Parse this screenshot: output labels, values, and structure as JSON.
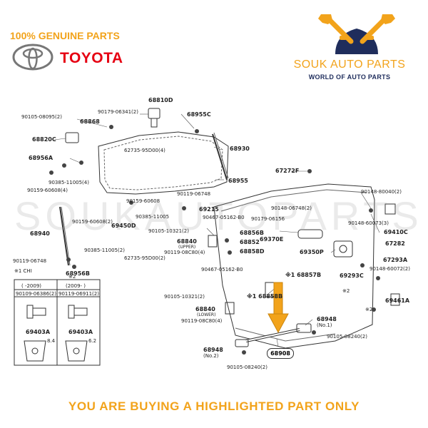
{
  "header": {
    "genuine_text": "100% GENUINE PARTS",
    "brand_text": "TOYOTA",
    "shop_name": "SOUK AUTO PARTS",
    "shop_tagline": "WORLD OF AUTO PARTS"
  },
  "watermark": "SOUKAUTOPARTS",
  "footer": "YOU ARE BUYING A HIGHLIGHTED PART ONLY",
  "colors": {
    "accent": "#f2a31b",
    "brand_red": "#e60012",
    "tag_navy": "#1f2d5c"
  },
  "highlighted_part": "68908",
  "callouts": {
    "c1": "90105-08095(2)",
    "c2": "90179-06341(2)",
    "c3": "68810D",
    "c4": "68868",
    "c5": "68955C",
    "c6": "68820C",
    "c7": "62735-95D00(4)",
    "c8": "68930",
    "c9": "68956A",
    "c10": "90385-11005(4)",
    "c11": "90159-60608(4)",
    "c12": "67272F",
    "c13": "68955",
    "c14": "90119-06748",
    "c15": "90148-80040(2)",
    "c16": "90159-60608",
    "c17": "69215",
    "c18": "90148-06748(2)",
    "c19": "90467-05162-B0",
    "c20": "90179-06156",
    "c21": "90159-60608(2)",
    "c22": "90385-11005",
    "c23": "90148-60073(3)",
    "c24": "69450D",
    "c25": "90105-10321(2)",
    "c26": "68856B",
    "c27": "69370E",
    "c28": "69410C",
    "c29": "68940",
    "c30": "68840",
    "c31": "(UPPER)",
    "c32": "68852",
    "c33": "67282",
    "c34": "90385-11005(2)",
    "c35": "90119-08C80(4)",
    "c36": "68858D",
    "c37": "69350P",
    "c38": "62735-95D00(2)",
    "c39": "67293A",
    "c40": "90119-06748",
    "c41": "90467-05162-B0",
    "c42": "90148-60072(2)",
    "c43": "※1 CHI",
    "c44": "68956B",
    "c45": "※1 68857B",
    "c46": "69293C",
    "c47": "※2",
    "c48": "( -2009)",
    "c49": "(2009- )",
    "c50": "90109-06386(2)",
    "c51": "90119-06911(2)",
    "c52": "90105-10321(2)",
    "c53": "※1 68858B",
    "c54": "69461A",
    "c55": "68840",
    "c56": "(LOWER)",
    "c57": "90119-08C80(4)",
    "c58": "※2",
    "c59": "68948",
    "c60": "(No.1)",
    "c61": "90105-08240(2)",
    "c62": "69403A",
    "c63": "69403A",
    "c64": "68948",
    "c65": "(No.2)",
    "c66": "90105-08240(2)",
    "c67": "8.4",
    "c68": "6.2",
    "c69": "※2"
  }
}
